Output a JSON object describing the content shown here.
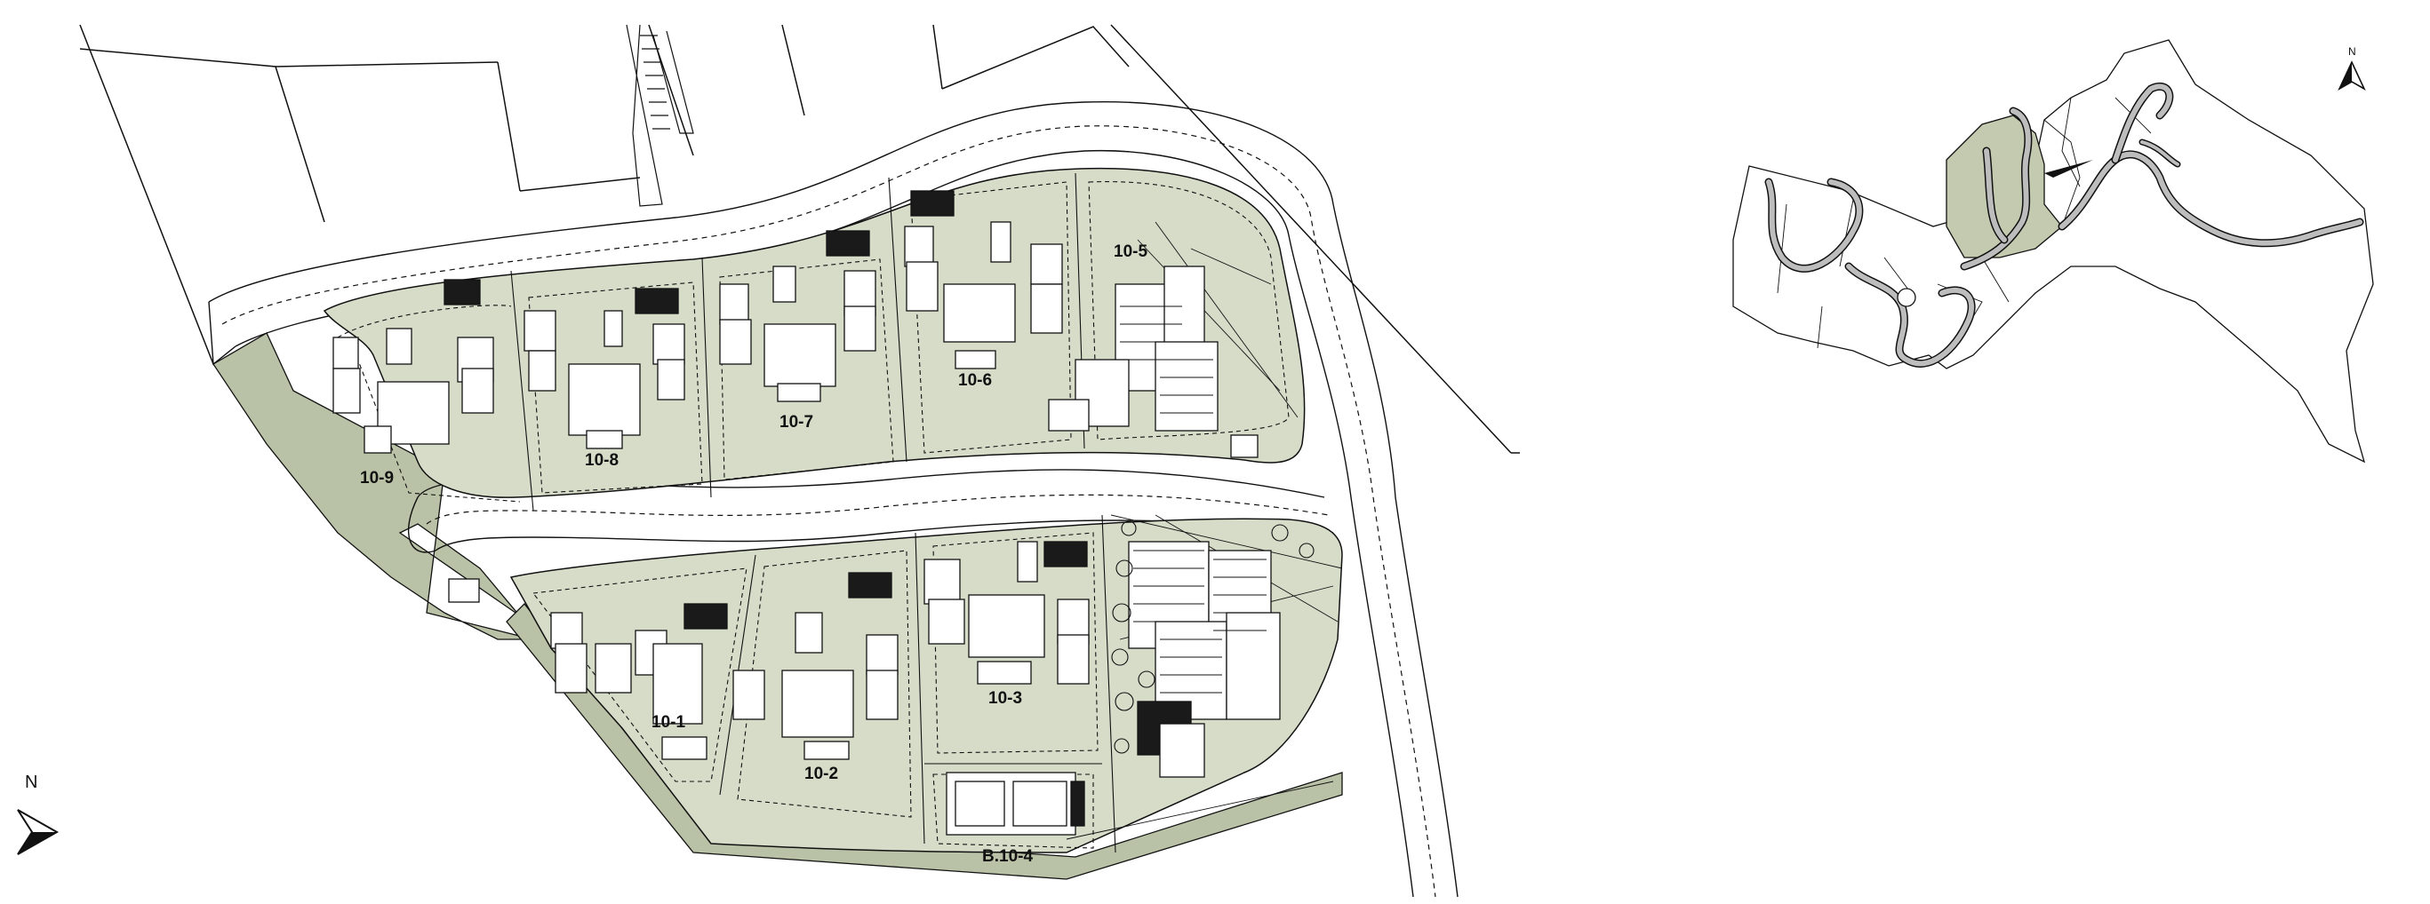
{
  "colors": {
    "lot_fill": "#d7dcc9",
    "green_space": "#b9c2a6",
    "road_fill": "#ffffff",
    "line": "#111111",
    "building": "#1a1a1a",
    "locator_highlight": "#c3caaf",
    "locator_road": "#bdbdbd"
  },
  "north_arrow": {
    "label": "N"
  },
  "locator": {
    "north_label": "N"
  },
  "lots": [
    {
      "id": "10-9"
    },
    {
      "id": "10-8"
    },
    {
      "id": "10-7"
    },
    {
      "id": "10-6"
    },
    {
      "id": "10-5"
    },
    {
      "id": "10-1"
    },
    {
      "id": "10-2"
    },
    {
      "id": "10-3"
    },
    {
      "id": "B.10-4"
    }
  ]
}
